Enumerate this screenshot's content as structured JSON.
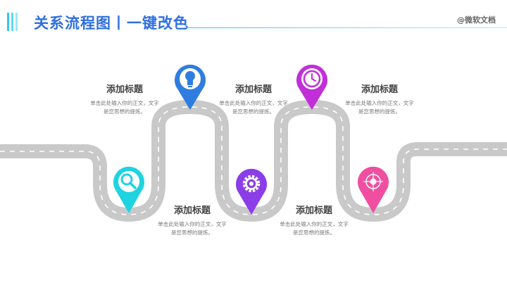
{
  "header": {
    "title": "关系流程图丨一键改色",
    "brand": "@微软文档",
    "bar_colors": [
      "#35c6f1",
      "#5fd8f5",
      "#9de8f8"
    ],
    "title_color": "#2f6fe0"
  },
  "road": {
    "color": "#c9c9c9",
    "lane_color": "#ffffff"
  },
  "pins": [
    {
      "icon": "search-icon",
      "color": "#1fd3e0"
    },
    {
      "icon": "lightbulb-icon",
      "color": "#2f7de0"
    },
    {
      "icon": "gear-icon",
      "color": "#8b3ee8"
    },
    {
      "icon": "clock-icon",
      "color": "#c12fd8"
    },
    {
      "icon": "target-icon",
      "color": "#f04ea0"
    }
  ],
  "items": [
    {
      "title": "添加标题",
      "line1": "单击此处输入你的正文，文字",
      "line2": "是您思想的提炼。"
    },
    {
      "title": "添加标题",
      "line1": "单击此处输入你的正文，文字",
      "line2": "是您思想的提炼。"
    },
    {
      "title": "添加标题",
      "line1": "单击此处输入你的正文，文字",
      "line2": "是您思想的提炼。"
    },
    {
      "title": "添加标题",
      "line1": "单击此处输入你的正文，文字",
      "line2": "是您思想的提炼。"
    },
    {
      "title": "添加标题",
      "line1": "单击此处输入你的正文，文字",
      "line2": "是您思想的提炼。"
    }
  ]
}
